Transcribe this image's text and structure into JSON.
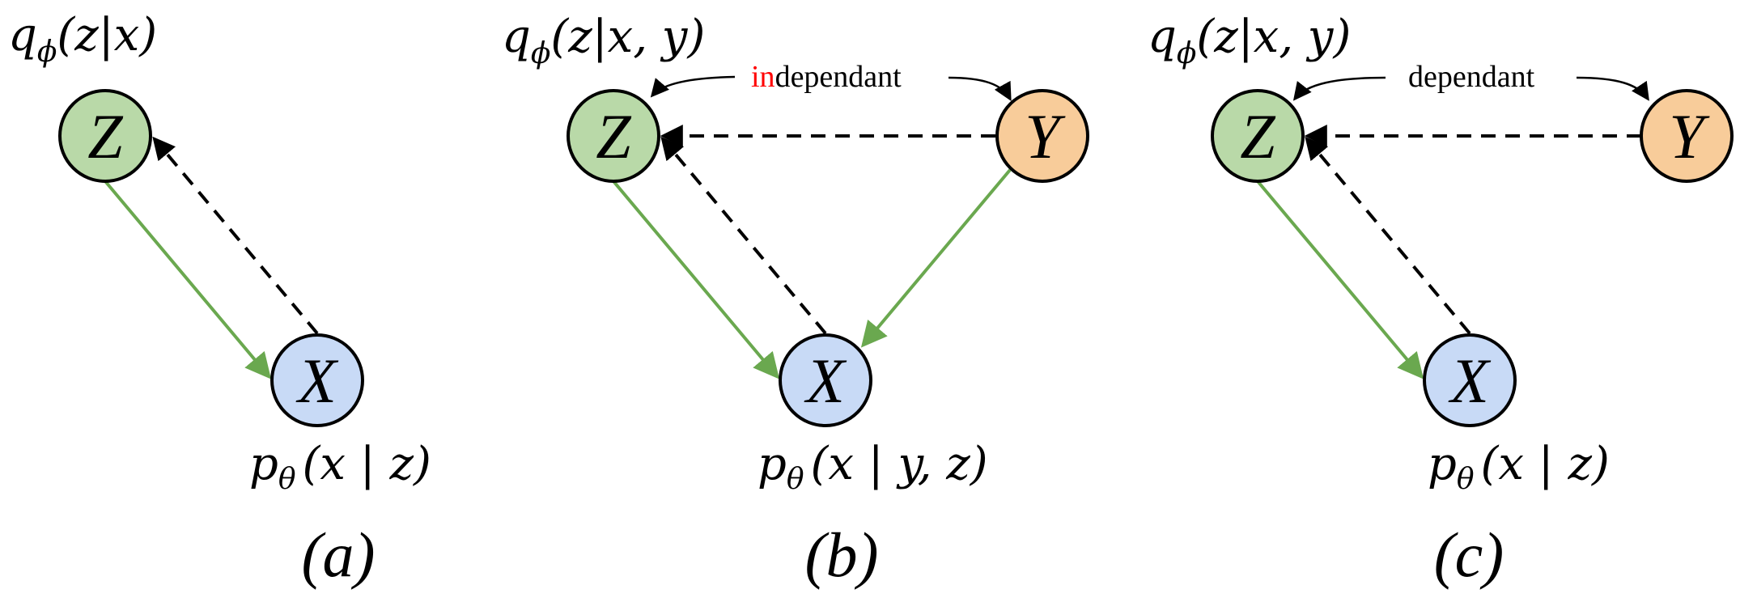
{
  "colors": {
    "z_fill": "#b9d9a8",
    "x_fill": "#c8daf6",
    "y_fill": "#f8cc9a",
    "generative_edge": "#6aa84f",
    "inference_edge": "#000000",
    "highlight": "#ff0000"
  },
  "panel_a": {
    "q_label": {
      "q": "q",
      "sub": "ϕ",
      "args": "(z|x)"
    },
    "node_z": "Z",
    "node_x": "X",
    "p_label": {
      "p": "p",
      "sub": "θ",
      "args": "(x | z)"
    },
    "caption": "(a)"
  },
  "panel_b": {
    "q_label": {
      "q": "q",
      "sub": "ϕ",
      "args": "(z|x, y)"
    },
    "node_z": "Z",
    "node_y": "Y",
    "node_x": "X",
    "relation_prefix": "in",
    "relation_rest": "dependant",
    "p_label": {
      "p": "p",
      "sub": "θ",
      "args": "(x | y, z)"
    },
    "caption": "(b)"
  },
  "panel_c": {
    "q_label": {
      "q": "q",
      "sub": "ϕ",
      "args": "(z|x, y)"
    },
    "node_z": "Z",
    "node_y": "Y",
    "node_x": "X",
    "relation": "dependant",
    "p_label": {
      "p": "p",
      "sub": "θ",
      "args": "(x | z)"
    },
    "caption": "(c)"
  }
}
